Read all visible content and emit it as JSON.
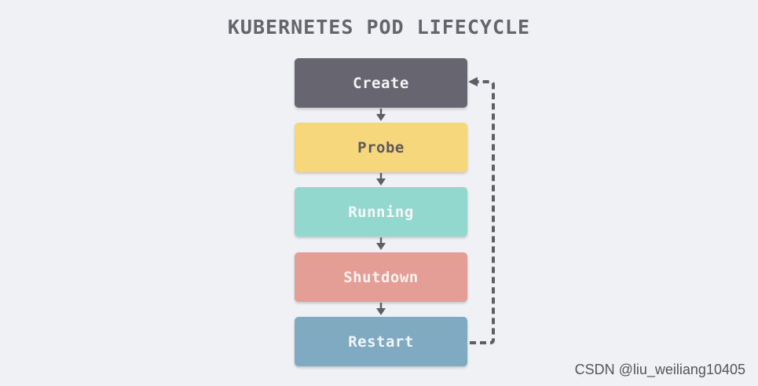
{
  "title": "KUBERNETES POD LIFECYCLE",
  "stages": [
    {
      "label": "Create",
      "color": "#67656f",
      "text_color": "#f4f4f6"
    },
    {
      "label": "Probe",
      "color": "#f6d77b",
      "text_color": "#5e5a5a"
    },
    {
      "label": "Running",
      "color": "#92d8cf",
      "text_color": "#f4faf9"
    },
    {
      "label": "Shutdown",
      "color": "#e59e96",
      "text_color": "#fbf1ef"
    },
    {
      "label": "Restart",
      "color": "#80a9c2",
      "text_color": "#f1f6f9"
    }
  ],
  "watermark": "CSDN @liu_weiliang10405"
}
